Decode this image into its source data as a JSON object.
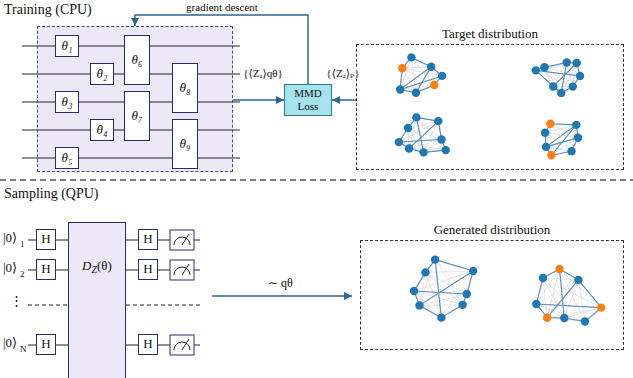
{
  "diagram": {
    "nodes": [
      {
        "text": []
      },
      {
        "text": [
          "θ₁"
        ],
        "in": 0
      },
      {
        "text": [
          "θ₂"
        ],
        "in": 0
      },
      {
        "text": [
          "θ₃"
        ],
        "in": 0
      },
      {
        "text": [
          "θ₄"
        ],
        "in": 0
      },
      {
        "text": [
          "θ₅"
        ],
        "in": 0
      },
      {
        "text": [
          "θ₆"
        ],
        "in": 0
      },
      {
        "text": [
          "θ₇"
        ],
        "in": 0
      },
      {
        "text": [
          "θ₈"
        ],
        "in": 0
      },
      {
        "text": [
          "θ₉"
        ],
        "in": 0
      },
      {
        "text": [
          "MMD Loss"
        ]
      },
      {
        "text": [
          "Target distribution"
        ]
      },
      {
        "text": [
          "H"
        ]
      },
      {
        "text": [
          "H"
        ]
      },
      {
        "text": [
          "H"
        ]
      },
      {
        "text": [
          "D",
          "Z",
          "(θ)"
        ]
      },
      {
        "text": [
          "H"
        ]
      },
      {
        "text": [
          "H"
        ]
      },
      {
        "text": [
          "H"
        ]
      },
      {
        "text": [
          "Generated distribution"
        ]
      }
    ],
    "edges": [
      {
        "from": 0,
        "to": 10,
        "arrow": "to",
        "label": "{⟨Zₐ⟩qθ}"
      },
      {
        "from": 11,
        "to": 10,
        "arrow": "to",
        "label": "{⟨Zₐ⟩ₚ}"
      },
      {
        "from": 10,
        "to": 0,
        "arrow": "to",
        "label": "gradient descent"
      }
    ],
    "labels": [
      "Training (CPU)",
      "Sampling (QPU)",
      "|0⟩",
      "1",
      "|0⟩",
      "2",
      "⋮",
      "|0⟩",
      "N",
      "∼ qθ"
    ]
  }
}
